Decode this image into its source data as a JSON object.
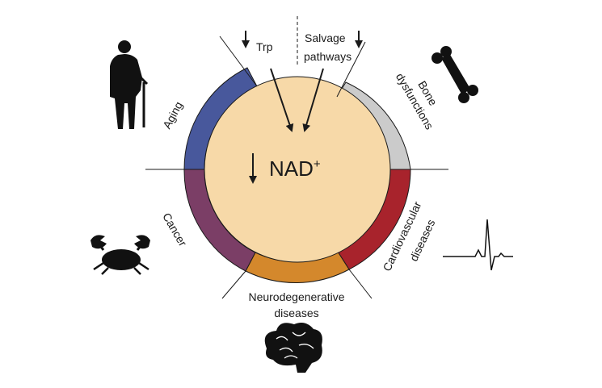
{
  "center": {
    "label": "NAD",
    "superscript": "+"
  },
  "inputs": {
    "trp": "Trp",
    "salvage_line1": "Salvage",
    "salvage_line2": "pathways"
  },
  "segments": [
    {
      "key": "aging",
      "color": "#48589c",
      "label": [
        "Aging"
      ]
    },
    {
      "key": "bone",
      "color": "#cbcbcb",
      "label": [
        "Bone",
        "dysfunctions"
      ]
    },
    {
      "key": "cardio",
      "color": "#a8232c",
      "label": [
        "Cardiovascular",
        "diseases"
      ]
    },
    {
      "key": "neuro",
      "color": "#d4882c",
      "label": [
        "Neurodegenerative",
        "diseases"
      ]
    },
    {
      "key": "cancer",
      "color": "#7b3e66",
      "label": [
        "Cancer"
      ]
    }
  ],
  "colors": {
    "core": "#f7d9a8",
    "stroke": "#1a1a1a"
  },
  "icons": [
    "elderly-person-icon",
    "bone-icon",
    "heartbeat-icon",
    "brain-icon",
    "crab-icon"
  ]
}
